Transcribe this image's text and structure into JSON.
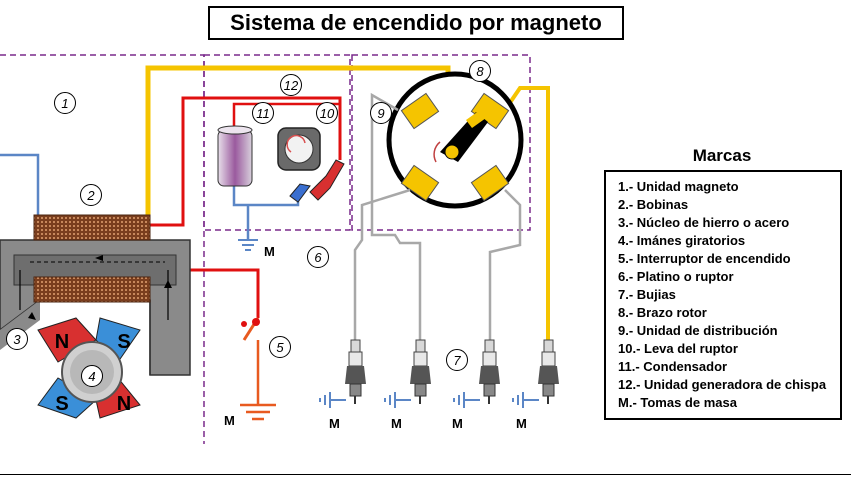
{
  "title": "Sistema de encendido por magneto",
  "legend": {
    "title": "Marcas",
    "items": [
      "1.- Unidad magneto",
      "2.- Bobinas",
      "3.- Núcleo de hierro o acero",
      "4.- Imánes giratorios",
      "5.- Interruptor de encendido",
      "6.- Platino o ruptor",
      "7.- Bujias",
      "8.- Brazo rotor",
      "9.- Unidad de distribución",
      "10.- Leva del ruptor",
      "11.- Condensador",
      "12.- Unidad generadora de chispa",
      "M.- Tomas de masa"
    ]
  },
  "callouts": [
    "1",
    "2",
    "3",
    "4",
    "5",
    "6",
    "7",
    "8",
    "9",
    "10",
    "11",
    "12"
  ],
  "ground_label": "M",
  "magnet_poles": [
    "N",
    "S",
    "S",
    "N"
  ],
  "colors": {
    "yellow_wire": "#f5c400",
    "red_wire": "#e01010",
    "blue_wire": "#5b86c6",
    "gray_wire": "#a8a8a8",
    "dashed_frame": "#7a2a8c",
    "magnet_red": "#d83030",
    "magnet_blue": "#3a8fd8",
    "core_gray": "#8a8a8a"
  }
}
